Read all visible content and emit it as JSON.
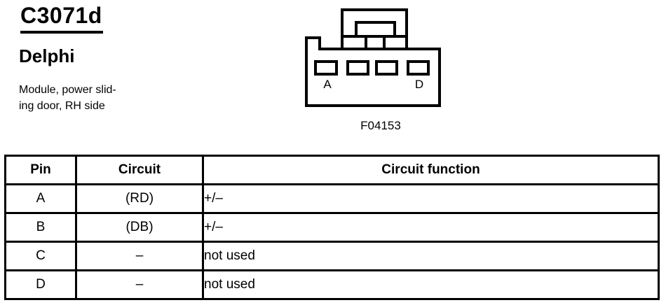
{
  "colors": {
    "foreground": "#000000",
    "background": "#ffffff"
  },
  "header": {
    "connector_id": "C3071d",
    "manufacturer": "Delphi",
    "description_line1": "Module, power slid-",
    "description_line2": "ing door, RH side"
  },
  "connector_drawing": {
    "first_pin_label": "A",
    "last_pin_label": "D",
    "figure_number": "F04153",
    "pin_count": 4
  },
  "table": {
    "headers": [
      "Pin",
      "Circuit",
      "Circuit function"
    ],
    "rows": [
      {
        "pin": "A",
        "circuit": "(RD)",
        "function": "+/–"
      },
      {
        "pin": "B",
        "circuit": "(DB)",
        "function": "+/–"
      },
      {
        "pin": "C",
        "circuit": "–",
        "function": "not used"
      },
      {
        "pin": "D",
        "circuit": "–",
        "function": "not used"
      }
    ]
  }
}
